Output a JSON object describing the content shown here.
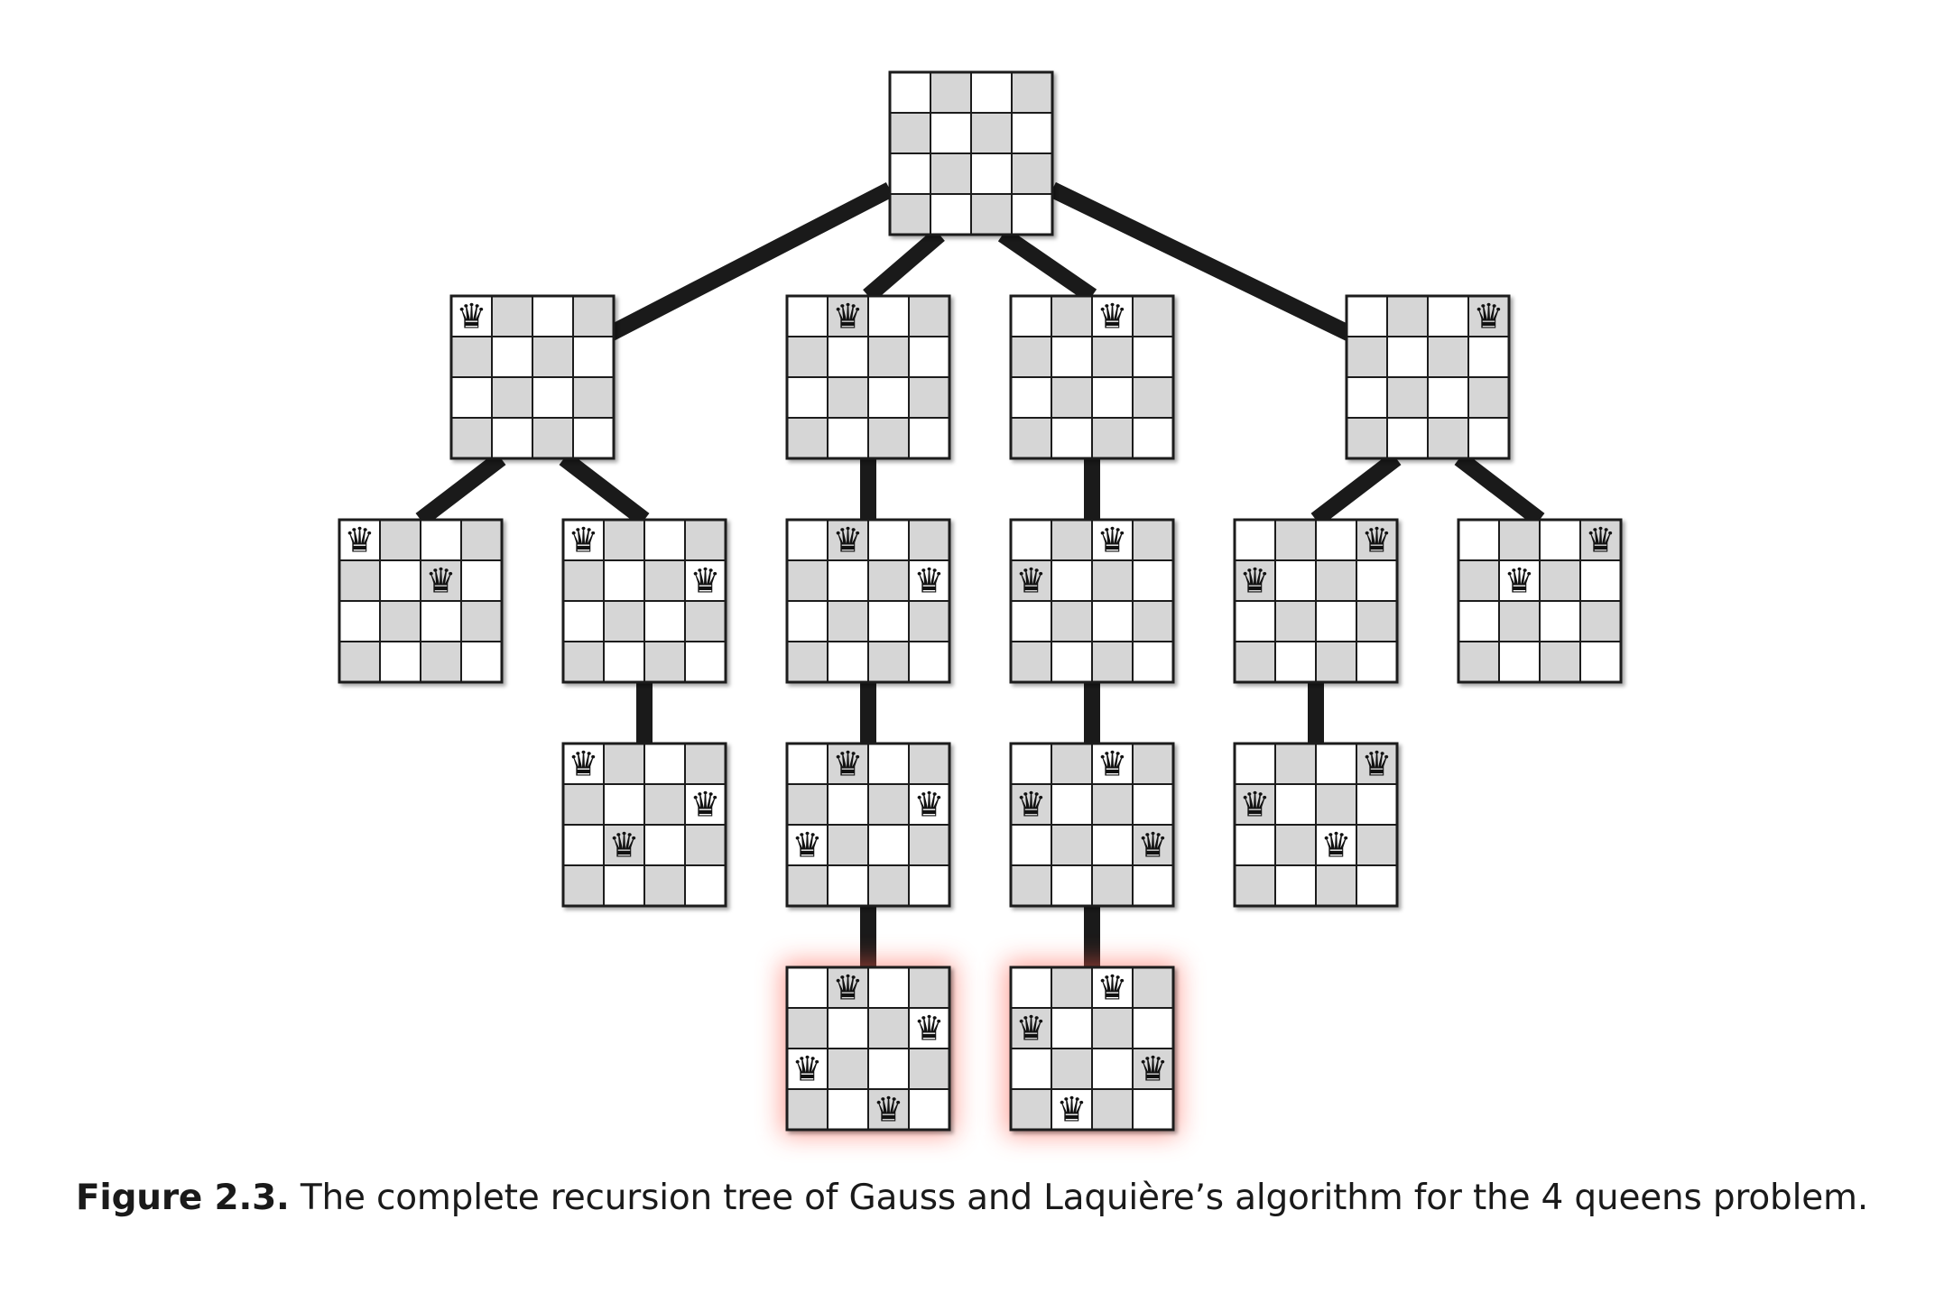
{
  "caption": {
    "label": "Figure 2.3.",
    "text": "The complete recursion tree of Gauss and Laquière’s algorithm for the 4 queens problem."
  },
  "board_size": 4,
  "queen_icon": "♛",
  "colors": {
    "light_square": "#ffffff",
    "dark_square": "#d6d6d6",
    "grid_line": "#1a1a1a",
    "edge": "#1a1a1a",
    "solution_glow": "#ff5a4a"
  },
  "tree": {
    "nodes": [
      {
        "id": "root",
        "queens": []
      },
      {
        "id": "r1-c1",
        "queens": [
          1
        ]
      },
      {
        "id": "r1-c2",
        "queens": [
          2
        ]
      },
      {
        "id": "r1-c3",
        "queens": [
          3
        ]
      },
      {
        "id": "r1-c4",
        "queens": [
          4
        ]
      },
      {
        "id": "c1-c3",
        "queens": [
          1,
          3
        ]
      },
      {
        "id": "c1-c4",
        "queens": [
          1,
          4
        ]
      },
      {
        "id": "c2-c4",
        "queens": [
          2,
          4
        ]
      },
      {
        "id": "c3-c1",
        "queens": [
          3,
          1
        ]
      },
      {
        "id": "c4-c1",
        "queens": [
          4,
          1
        ]
      },
      {
        "id": "c4-c2",
        "queens": [
          4,
          2
        ]
      },
      {
        "id": "c1-c4-c2",
        "queens": [
          1,
          4,
          2
        ]
      },
      {
        "id": "c2-c4-c1",
        "queens": [
          2,
          4,
          1
        ]
      },
      {
        "id": "c3-c1-c4",
        "queens": [
          3,
          1,
          4
        ]
      },
      {
        "id": "c4-c1-c3",
        "queens": [
          4,
          1,
          3
        ]
      },
      {
        "id": "c2-c4-c1-c3",
        "queens": [
          2,
          4,
          1,
          3
        ],
        "solution": true
      },
      {
        "id": "c3-c1-c4-c2",
        "queens": [
          3,
          1,
          4,
          2
        ],
        "solution": true
      }
    ],
    "edges": [
      [
        "root",
        "r1-c1"
      ],
      [
        "root",
        "r1-c2"
      ],
      [
        "root",
        "r1-c3"
      ],
      [
        "root",
        "r1-c4"
      ],
      [
        "r1-c1",
        "c1-c3"
      ],
      [
        "r1-c1",
        "c1-c4"
      ],
      [
        "r1-c2",
        "c2-c4"
      ],
      [
        "r1-c3",
        "c3-c1"
      ],
      [
        "r1-c4",
        "c4-c1"
      ],
      [
        "r1-c4",
        "c4-c2"
      ],
      [
        "c1-c4",
        "c1-c4-c2"
      ],
      [
        "c2-c4",
        "c2-c4-c1"
      ],
      [
        "c3-c1",
        "c3-c1-c4"
      ],
      [
        "c4-c1",
        "c4-c1-c3"
      ],
      [
        "c2-c4-c1",
        "c2-c4-c1-c3"
      ],
      [
        "c3-c1-c4",
        "c3-c1-c4-c2"
      ]
    ]
  }
}
